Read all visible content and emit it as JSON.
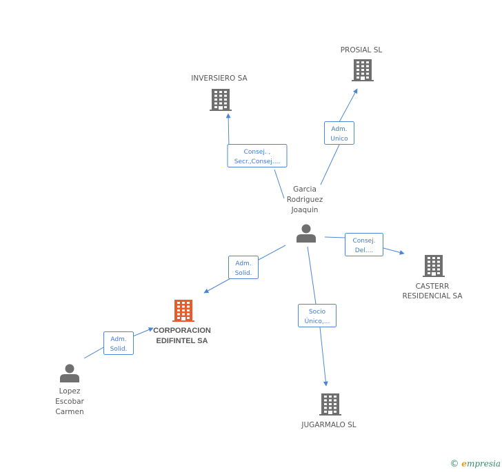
{
  "nodes": {
    "inversiero": {
      "label": [
        "INVERSIERO SA"
      ],
      "type": "company",
      "icon": "building-icon"
    },
    "prosial": {
      "label": [
        "PROSIAL SL"
      ],
      "type": "company",
      "icon": "building-icon"
    },
    "garcia": {
      "label": [
        "Garcia",
        "Rodriguez",
        "Joaquin"
      ],
      "type": "person",
      "icon": "person-icon"
    },
    "casterr": {
      "label": [
        "CASTERR",
        "RESIDENCIAL SA"
      ],
      "type": "company",
      "icon": "building-icon"
    },
    "corporacion": {
      "label": [
        "CORPORACION",
        "EDIFINTEL SA"
      ],
      "type": "company",
      "icon": "building-icon",
      "highlight": true
    },
    "jugarmalo": {
      "label": [
        "JUGARMALO SL"
      ],
      "type": "company",
      "icon": "building-icon"
    },
    "lopez": {
      "label": [
        "Lopez",
        "Escobar",
        "Carmen"
      ],
      "type": "person",
      "icon": "person-icon"
    }
  },
  "edges": [
    {
      "from": "garcia",
      "to": "inversiero",
      "label": [
        "Consej. ,",
        "Secr.,Consej...."
      ]
    },
    {
      "from": "garcia",
      "to": "prosial",
      "label": [
        "Adm.",
        "Unico"
      ]
    },
    {
      "from": "garcia",
      "to": "casterr",
      "label": [
        "Consej.",
        "Del...."
      ]
    },
    {
      "from": "garcia",
      "to": "corporacion",
      "label": [
        "Adm.",
        "Solid."
      ]
    },
    {
      "from": "garcia",
      "to": "jugarmalo",
      "label": [
        "Socio",
        "Único,..."
      ]
    },
    {
      "from": "lopez",
      "to": "corporacion",
      "label": [
        "Adm.",
        "Solid."
      ]
    }
  ],
  "colors": {
    "edge": "#4a86d8",
    "node_gray": "#6f6f6f",
    "node_highlight": "#ea5a2b"
  },
  "brand": {
    "copyright": "©",
    "e": "e",
    "rest": "mpresia"
  }
}
